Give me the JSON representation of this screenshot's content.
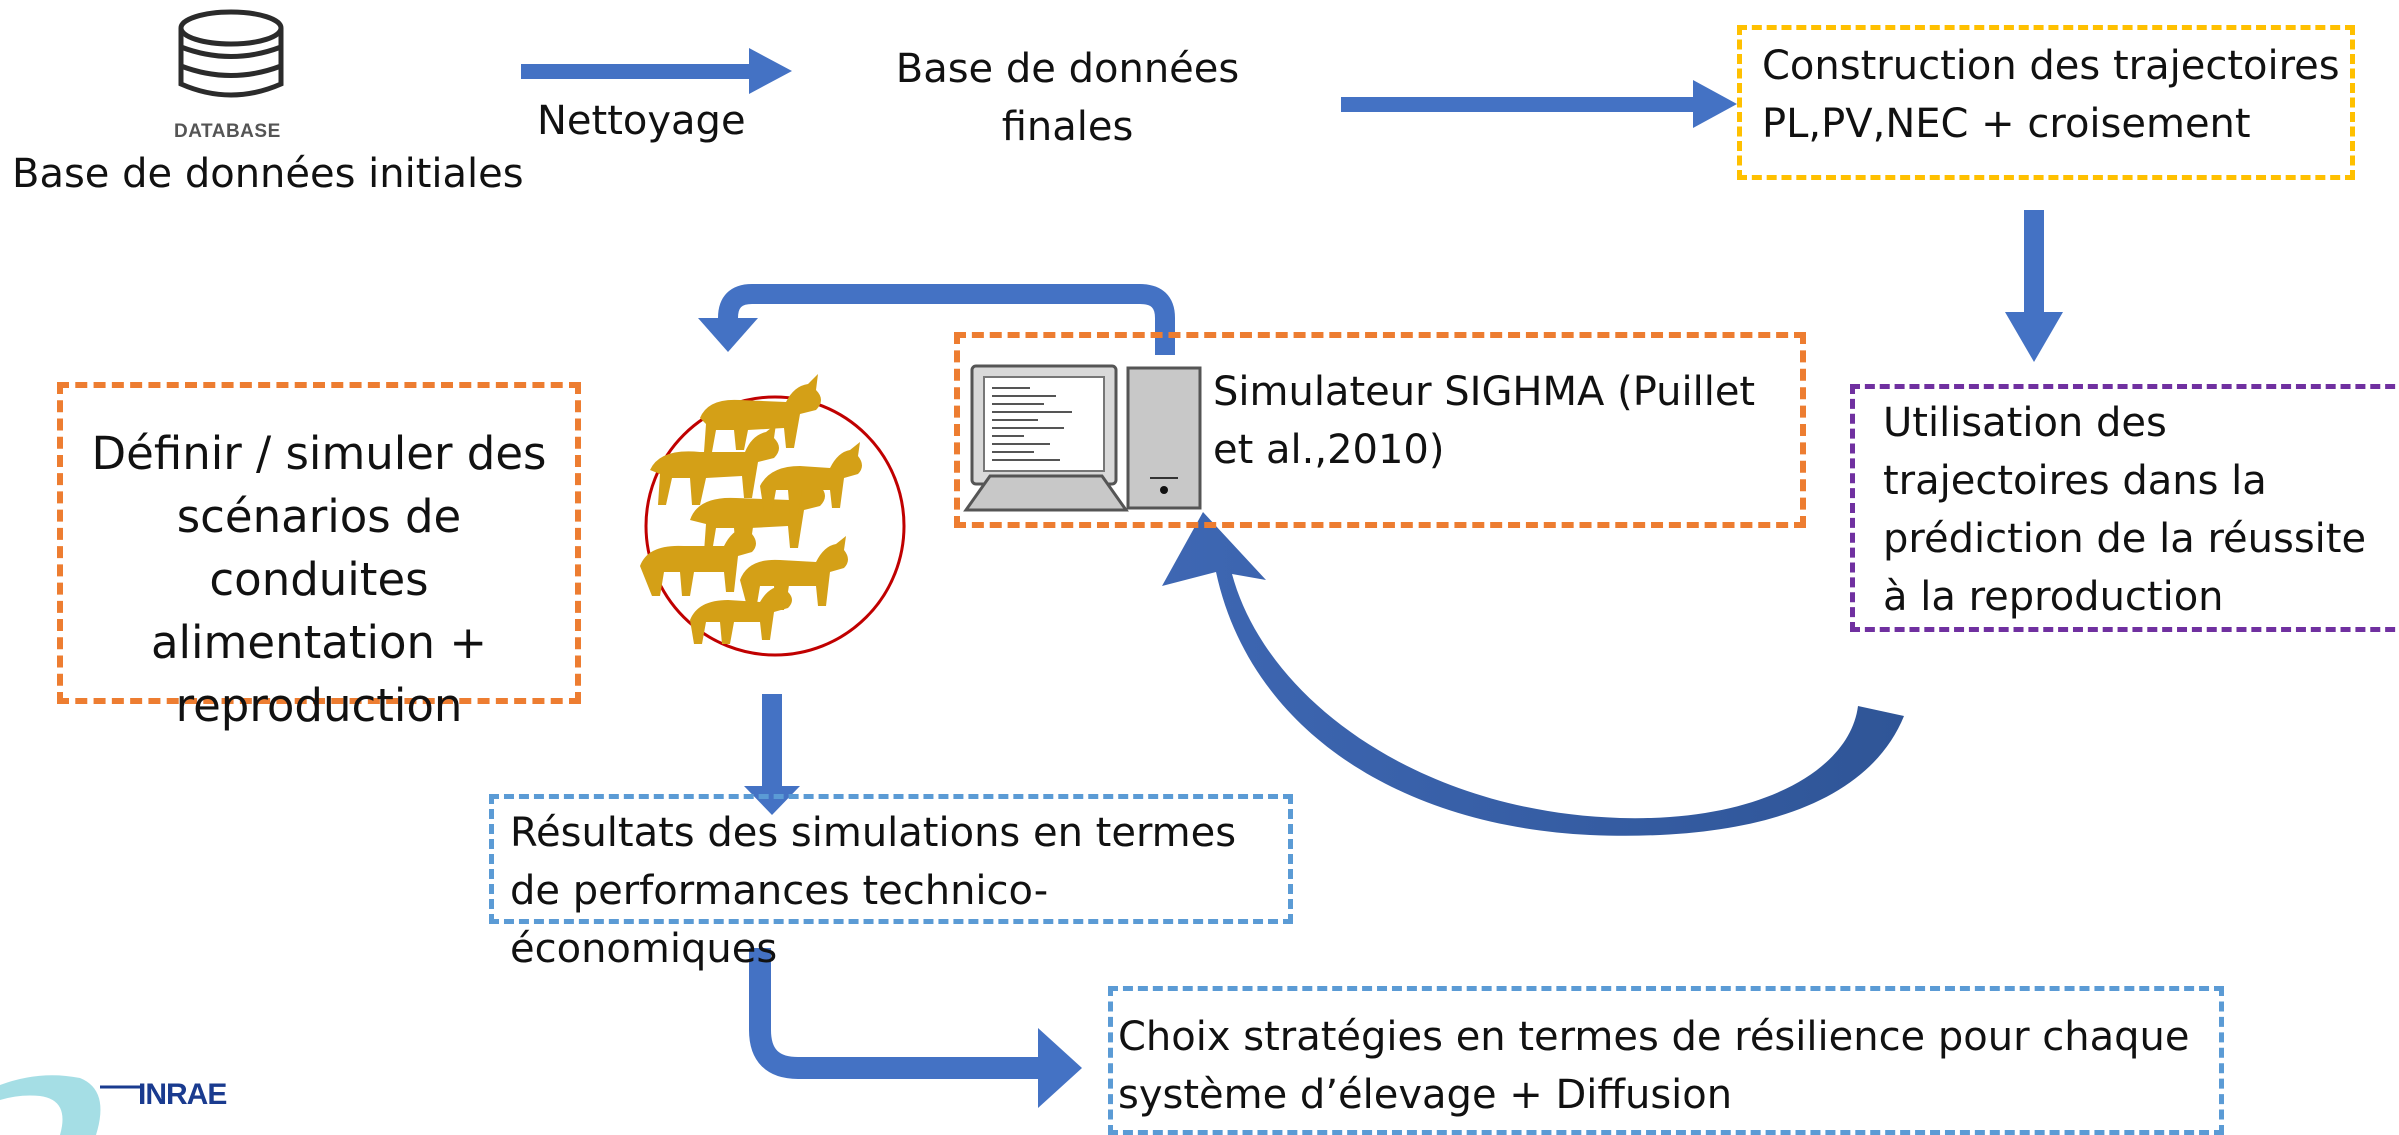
{
  "database": {
    "caption": "DATABASE",
    "label": "Base de données initiales"
  },
  "step_cleaning": {
    "label": "Nettoyage"
  },
  "final_db": {
    "label": "Base de données finales"
  },
  "trajectories": {
    "text": "Construction des trajectoires PL,PV,NEC + croisement"
  },
  "usage": {
    "text": "Utilisation des trajectoires dans la prédiction de la réussite à la reproduction"
  },
  "simulator": {
    "text": "Simulateur SIGHMA (Puillet et al.,2010)"
  },
  "scenarios": {
    "text": "Définir / simuler des scénarios de conduites alimentation + reproduction"
  },
  "results": {
    "text": "Résultats des simulations en termes de performances technico-économiques"
  },
  "choice": {
    "text": "Choix stratégies en termes de résilience pour chaque système d’élevage + Diffusion"
  },
  "logo": {
    "text": "INRAE"
  },
  "colors": {
    "arrow": "#4472c4",
    "yellow": "#ffc000",
    "orange": "#ed7d31",
    "purple": "#7030a0",
    "light_blue": "#5b9bd5",
    "goat": "#d4a017",
    "circle": "#c00000",
    "logo_teal": "#37b5c5",
    "logo_blue": "#1a3b8f"
  },
  "icons": [
    "database-icon",
    "computer-icon",
    "goat-herd-icon",
    "inrae-logo"
  ]
}
